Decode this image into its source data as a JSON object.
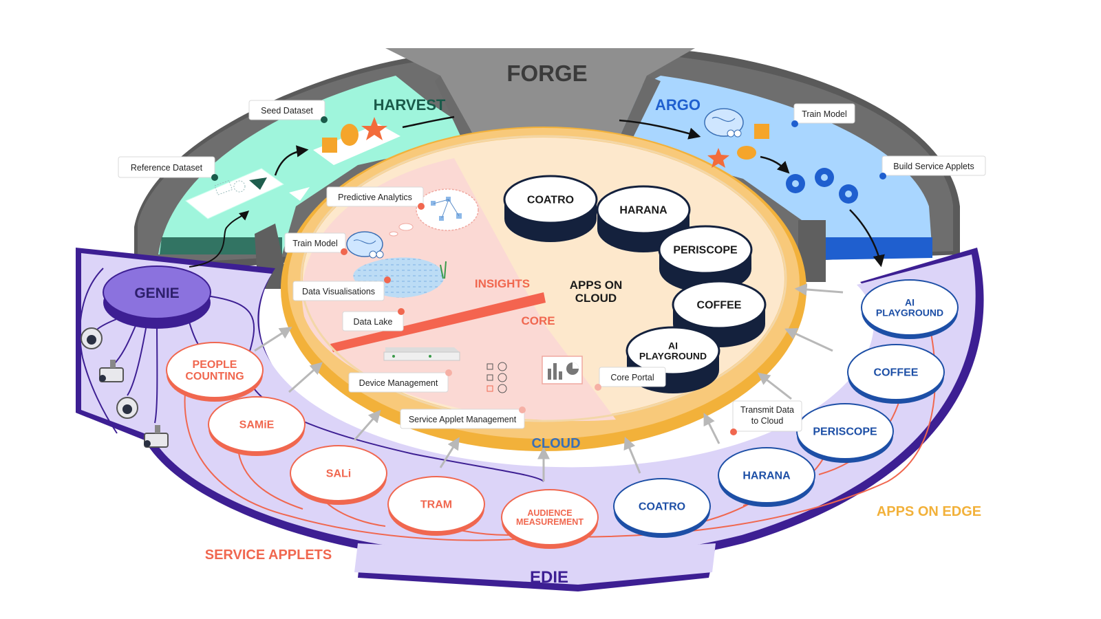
{
  "regions": {
    "forge": "FORGE",
    "harvest": "HARVEST",
    "argo": "ARGO",
    "genie": "GENIE",
    "edie": "EDIE",
    "cloud": "CLOUD",
    "insights": "INSIGHTS",
    "core": "CORE",
    "apps_on_cloud": [
      "APPS ON",
      "CLOUD"
    ],
    "service_applets": "SERVICE APPLETS",
    "apps_on_edge": "APPS ON EDGE"
  },
  "callouts": {
    "seed_dataset": "Seed Dataset",
    "reference_dataset": "Reference Dataset",
    "argo_train_model": "Train Model",
    "build_service_applets": "Build Service Applets",
    "predictive_analytics": "Predictive Analytics",
    "core_train_model": "Train Model",
    "data_visualisations": "Data Visualisations",
    "data_lake": "Data Lake",
    "device_management": "Device Management",
    "service_applet_management": "Service Applet Management",
    "core_portal": "Core Portal",
    "transmit_data": [
      "Transmit Data",
      "to Cloud"
    ]
  },
  "cloud_apps": [
    "COATRO",
    "HARANA",
    "PERISCOPE",
    "COFFEE",
    [
      "AI",
      "PLAYGROUND"
    ]
  ],
  "service_applets": [
    [
      "PEOPLE",
      "COUNTING"
    ],
    "SAMiE",
    "SALi",
    "TRAM",
    [
      "AUDIENCE",
      "MEASUREMENT"
    ]
  ],
  "edge_apps": [
    [
      "AI",
      "PLAYGROUND"
    ],
    "COFFEE",
    "PERISCOPE",
    "HARANA",
    "COATRO"
  ],
  "colors": {
    "forge_gray": "#8f8f8f",
    "harvest_green": "#9ff5dc",
    "argo_blue": "#a9d6ff",
    "edie_purple": "#dcd4f8",
    "edie_border": "#3d1f93",
    "service_red": "#f0674f",
    "edge_blue": "#1d4fa6",
    "cloud_orange": "#f2b13a",
    "insights_pink": "#fbd9d4",
    "apps_cloud_peach": "#fde8cc",
    "navy": "#14213d"
  },
  "icon_names": [
    "brain-icon",
    "cube-icon",
    "gear-icon",
    "camera-icon",
    "server-icon",
    "chart-icon",
    "checklist-icon",
    "flowchart-icon"
  ]
}
